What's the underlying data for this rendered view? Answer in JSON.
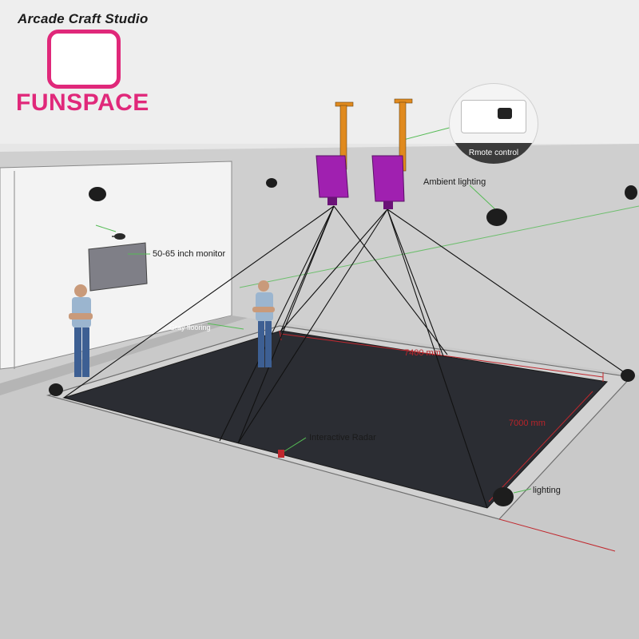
{
  "brand": {
    "studio": "Arcade Craft Studio",
    "product": "FUNSPACE",
    "logo_icon": "x-splash-icon",
    "accent_color": "#e0287a"
  },
  "labels": {
    "remote_control": "Rmote control",
    "ambient_lighting": "Ambient lighting",
    "monitor": "50-65 inch monitor",
    "gray_flooring": "Gray flooring",
    "interactive_radar": "Interactive Radar",
    "lighting": "lighting"
  },
  "dimensions": {
    "width": "7400 mm",
    "depth": "7000 mm"
  },
  "colors": {
    "projector": "#a020b0",
    "mount": "#e08a1e",
    "mat": "#2b2d33",
    "floor": "#c4c4c4",
    "dimension": "#c0282e"
  }
}
